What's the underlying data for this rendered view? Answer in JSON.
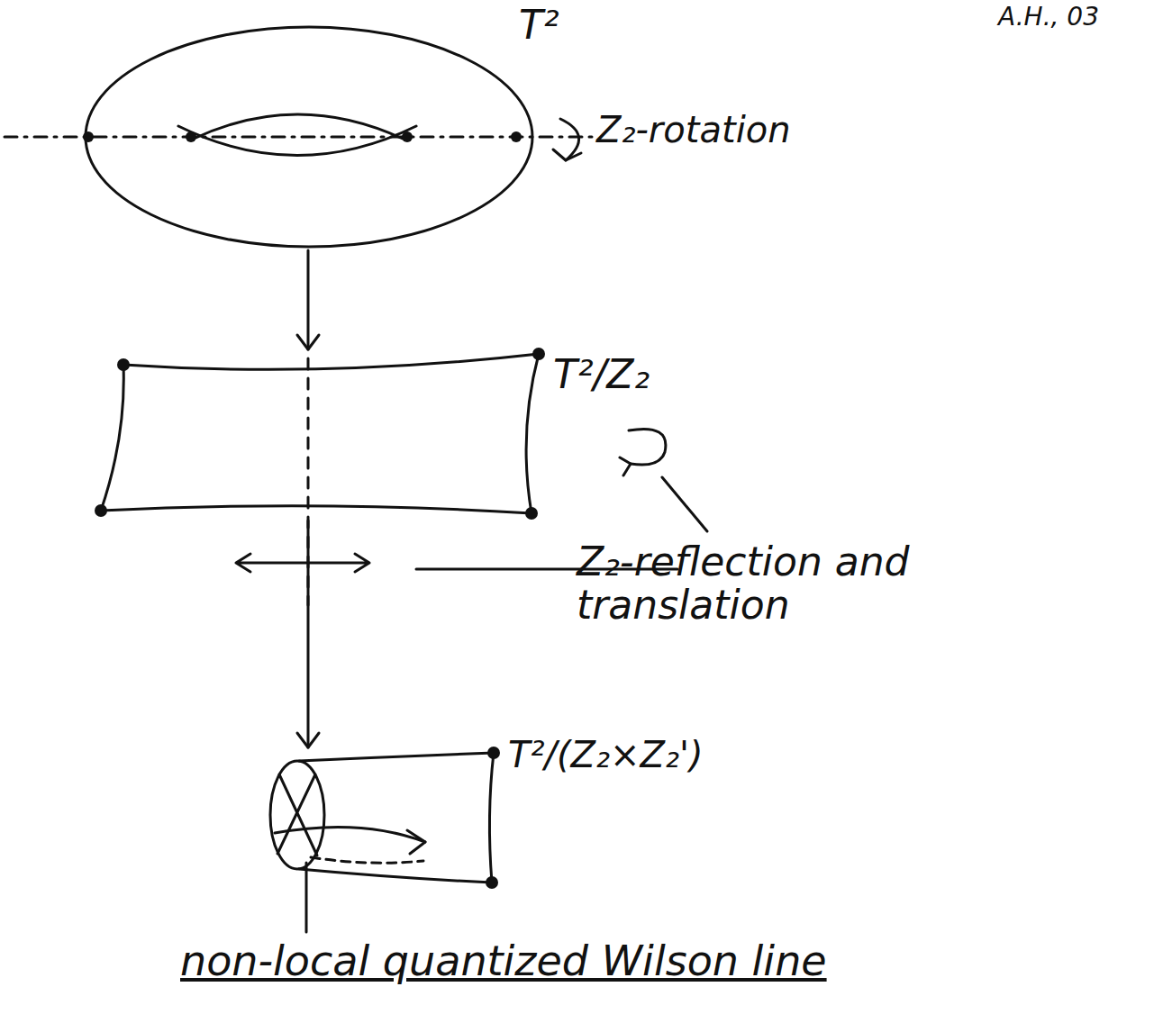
{
  "diagram": {
    "nodes": [
      {
        "text": [
          "T²"
        ]
      },
      {
        "text": [
          "T²/Z₂"
        ]
      },
      {
        "text": [
          "T²/(Z₂×Z₂')"
        ]
      }
    ],
    "edges": [
      {
        "from": 0,
        "to": 1,
        "arrow": "to"
      },
      {
        "from": 1,
        "to": 2,
        "arrow": "to"
      }
    ],
    "labels": [
      "A.H., 03",
      "Z₂-rotation",
      "Z₂-reflection and translation",
      "non-local quantized Wilson line"
    ]
  }
}
